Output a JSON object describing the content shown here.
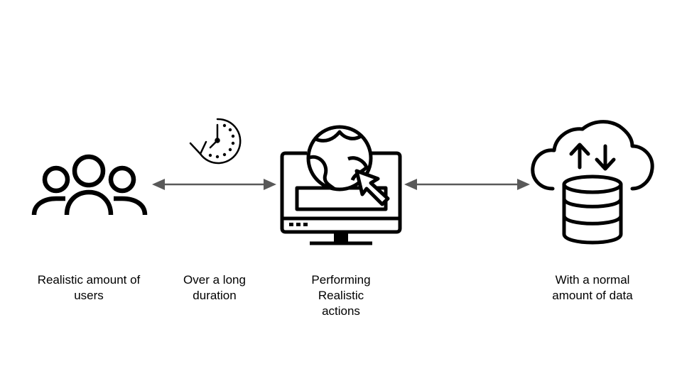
{
  "colors": {
    "icon": "#000000",
    "arrow": "#595959",
    "text": "#000000",
    "background": "#ffffff"
  },
  "nodes": [
    {
      "id": "users",
      "icon": "users-icon",
      "caption_lines": [
        "Realistic amount of",
        "users"
      ]
    },
    {
      "id": "computer",
      "icon": "monitor-globe-cursor-icon",
      "caption_lines": [
        "Performing",
        "Realistic",
        "actions"
      ]
    },
    {
      "id": "data",
      "icon": "cloud-database-icon",
      "caption_lines": [
        "With a normal",
        "amount of data"
      ]
    }
  ],
  "connectors": [
    {
      "from": "users",
      "to": "computer",
      "style": "double-headed-arrow",
      "icon": "clock-icon",
      "caption_lines": [
        "Over a long",
        "duration"
      ]
    },
    {
      "from": "computer",
      "to": "data",
      "style": "double-headed-arrow"
    }
  ]
}
